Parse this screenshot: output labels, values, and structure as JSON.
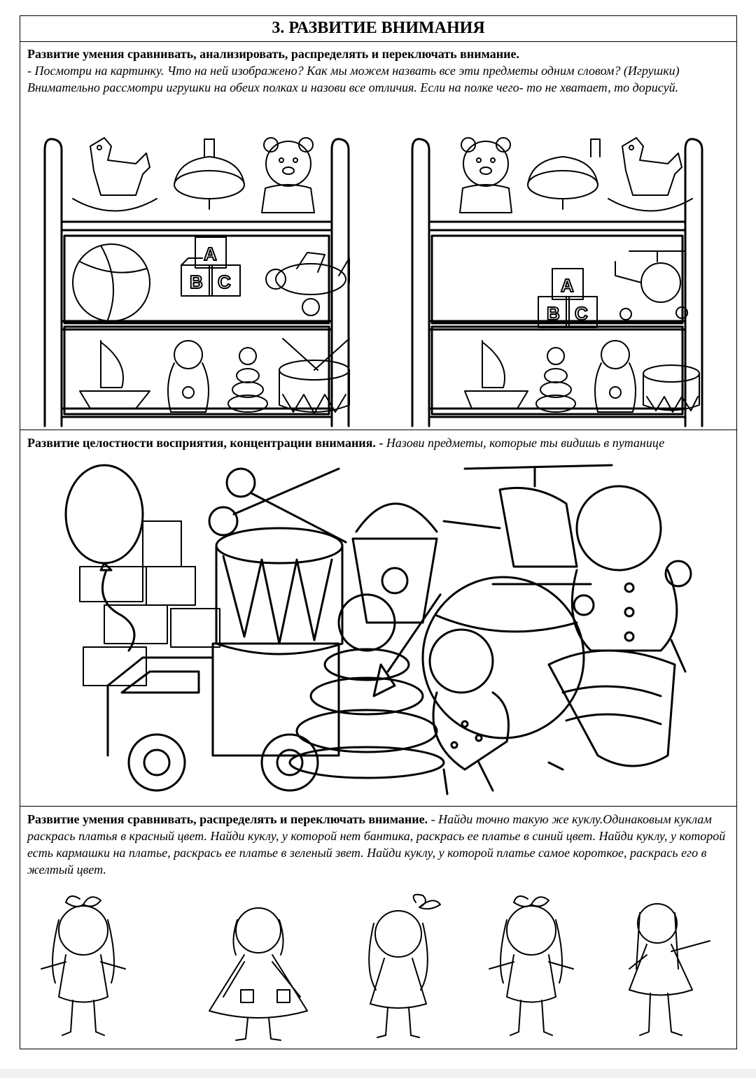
{
  "title": "3.  РАЗВИТИЕ ВНИМАНИЯ",
  "section1": {
    "heading": "Развитие умения сравнивать, анализировать, распределять и переключать внимание.",
    "instruction": "- Посмотри на картинку. Что на ней изображено? Как мы можем назвать все эти предметы одним словом? (Игрушки) Внимательно рассмотри игрушки на обеих полках и назови все отличия. Если на полке чего- то не хватает, то дорисуй.",
    "cube_letters": [
      "A",
      "B",
      "C"
    ]
  },
  "section2": {
    "heading": "Развитие целостности восприятия, концентрации внимания. -",
    "instruction": "Назови предметы, которые ты видишь в путанице"
  },
  "section3": {
    "heading": "Развитие умения сравнивать, распределять и переключать внимание.",
    "instruction": "- Найди точно такую же куклу.Одинаковым куклам раскрась платья в красный цвет. Найди куклу, у которой нет бантика, раскрась ее платье в синий цвет.  Найди куклу, у которой есть кармашки на платье, раскрась ее платье в зеленый звет. Найди куклу, у которой платье самое короткое, раскрась его в желтый цвет."
  }
}
